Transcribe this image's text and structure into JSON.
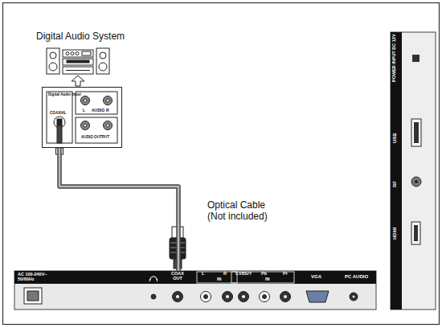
{
  "diagram": {
    "nodes": [
      {
        "text": [
          "Digital Audio Input",
          "COAXIAL",
          "L",
          "AUDIO",
          "R",
          "AUDIO OUTPUT"
        ]
      },
      {
        "text": [
          "AC 100-240V~ 50/60Hz",
          "L",
          "R",
          "IN",
          "CVBS/Y",
          "Pb",
          "Pr",
          "IN",
          "VGA",
          "PC AUDIO"
        ]
      },
      {
        "text": [
          "COAX OUT"
        ],
        "in": 1
      },
      {
        "text": [
          "POWER INPUT DC 12V",
          "USB",
          "RF",
          "HDMI"
        ]
      }
    ],
    "edges": [
      {
        "from": 0,
        "to": 2,
        "label": "Optical Cable (Not included)",
        "arrow": "none"
      }
    ],
    "labels": [
      "Digital Audio System"
    ]
  }
}
